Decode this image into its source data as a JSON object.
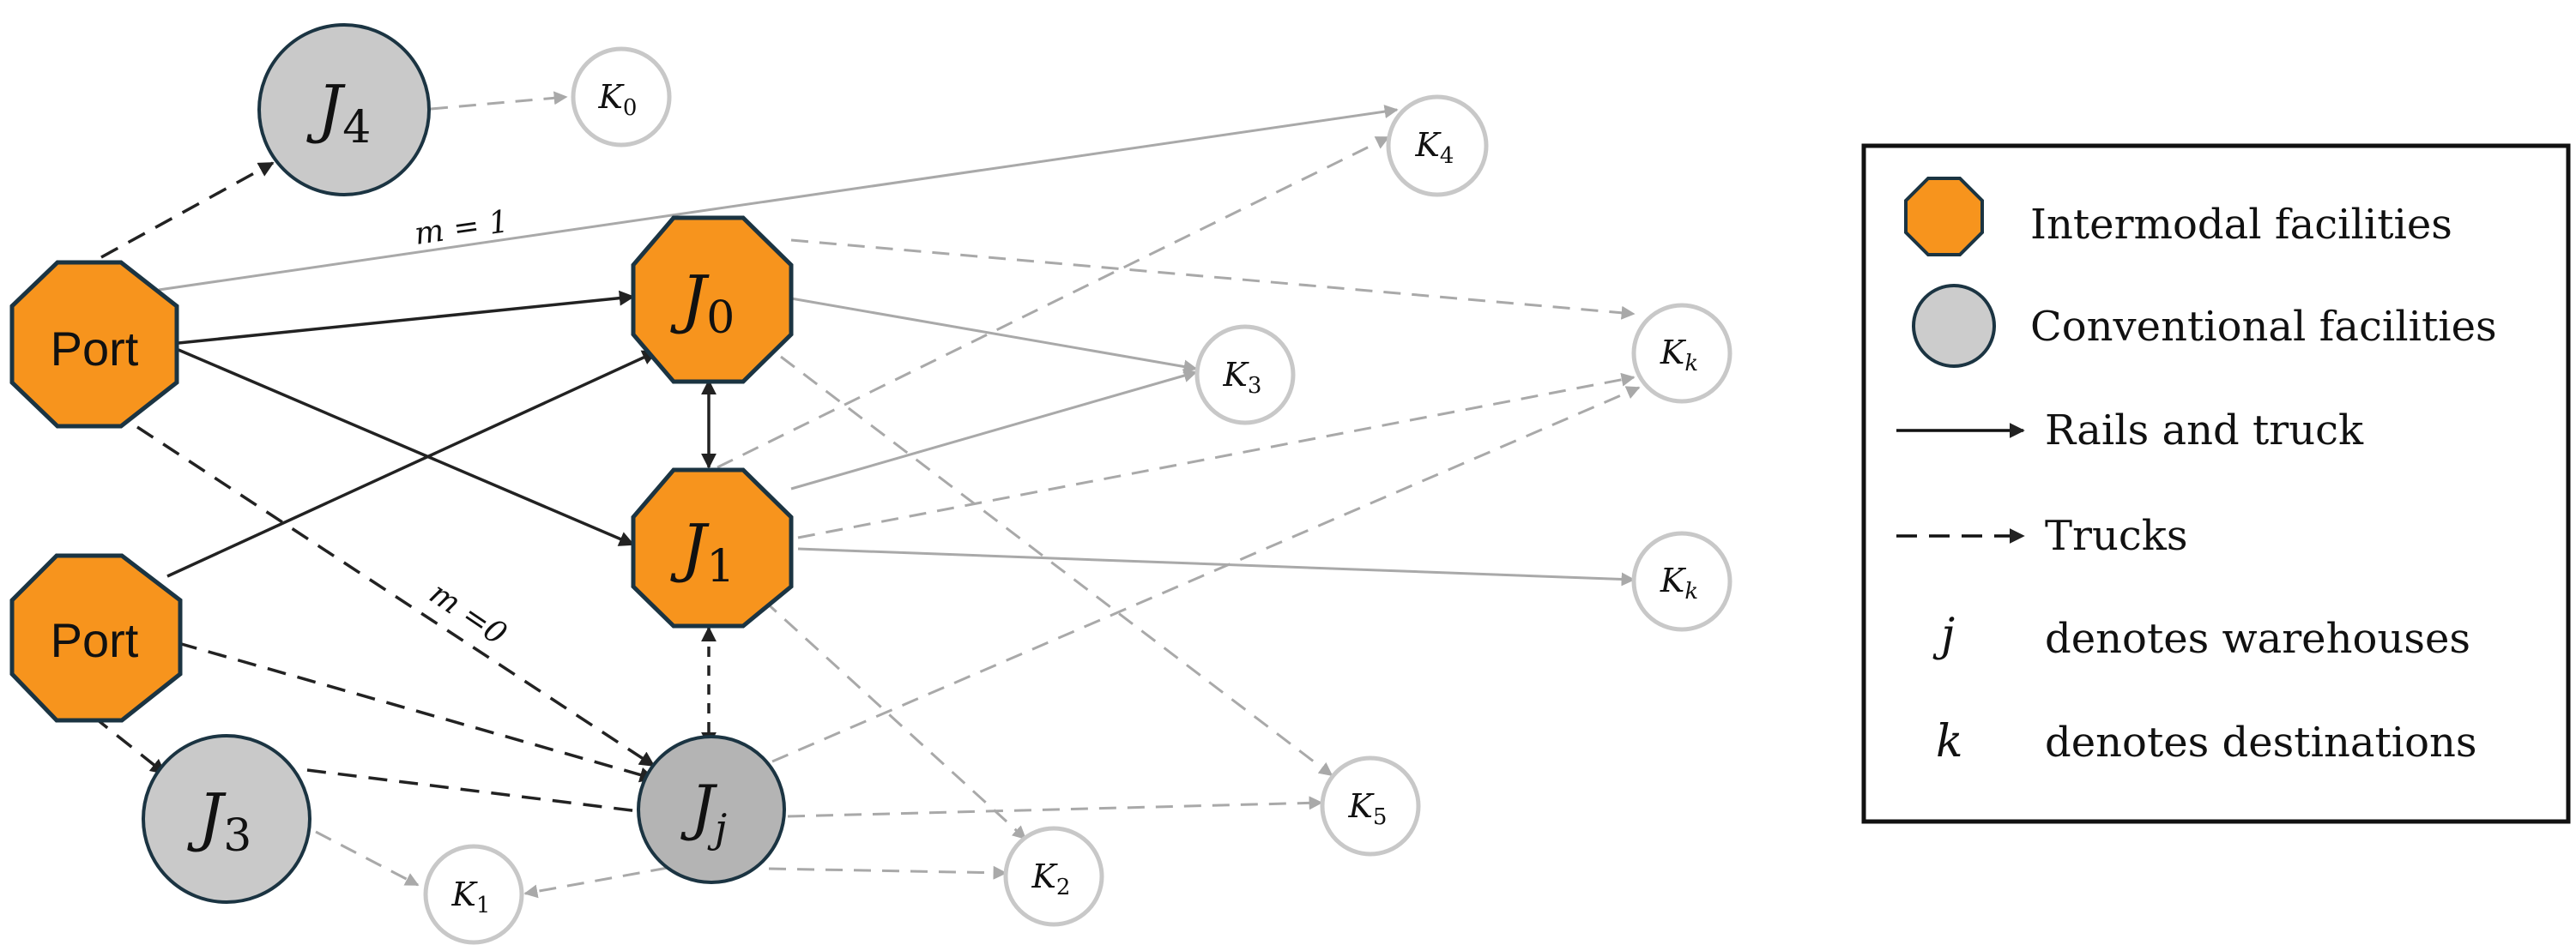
{
  "colors": {
    "intermodal": "#f7941d",
    "conventional": "#cccccc",
    "warehouse_dark": "#b4b4b4",
    "node_stroke": "#1b3442",
    "edge_dark": "#222222",
    "edge_light": "#a9a9a9"
  },
  "nodes": {
    "port_top": {
      "label": "Port"
    },
    "port_bottom": {
      "label": "Port"
    },
    "j4": {
      "base": "J",
      "sub": "4"
    },
    "j0": {
      "base": "J",
      "sub": "0"
    },
    "j1": {
      "base": "J",
      "sub": "1"
    },
    "jj": {
      "base": "J",
      "sub": "j"
    },
    "j3": {
      "base": "J",
      "sub": "3"
    },
    "k0": {
      "base": "K",
      "sub": "0"
    },
    "k4": {
      "base": "K",
      "sub": "4"
    },
    "k3": {
      "base": "K",
      "sub": "3"
    },
    "kk_top": {
      "base": "K",
      "sub": "k"
    },
    "kk_bottom": {
      "base": "K",
      "sub": "k"
    },
    "k5": {
      "base": "K",
      "sub": "5"
    },
    "k2": {
      "base": "K",
      "sub": "2"
    },
    "k1": {
      "base": "K",
      "sub": "1"
    }
  },
  "edge_labels": {
    "m1": "m = 1",
    "m0": "m =0"
  },
  "legend": {
    "intermodal": "Intermodal facilities",
    "conventional": "Conventional facilities",
    "rails": "Rails and truck",
    "trucks": "Trucks",
    "j_symbol": "j",
    "j_text": "denotes warehouses",
    "k_symbol": "k",
    "k_text": "denotes destinations"
  }
}
